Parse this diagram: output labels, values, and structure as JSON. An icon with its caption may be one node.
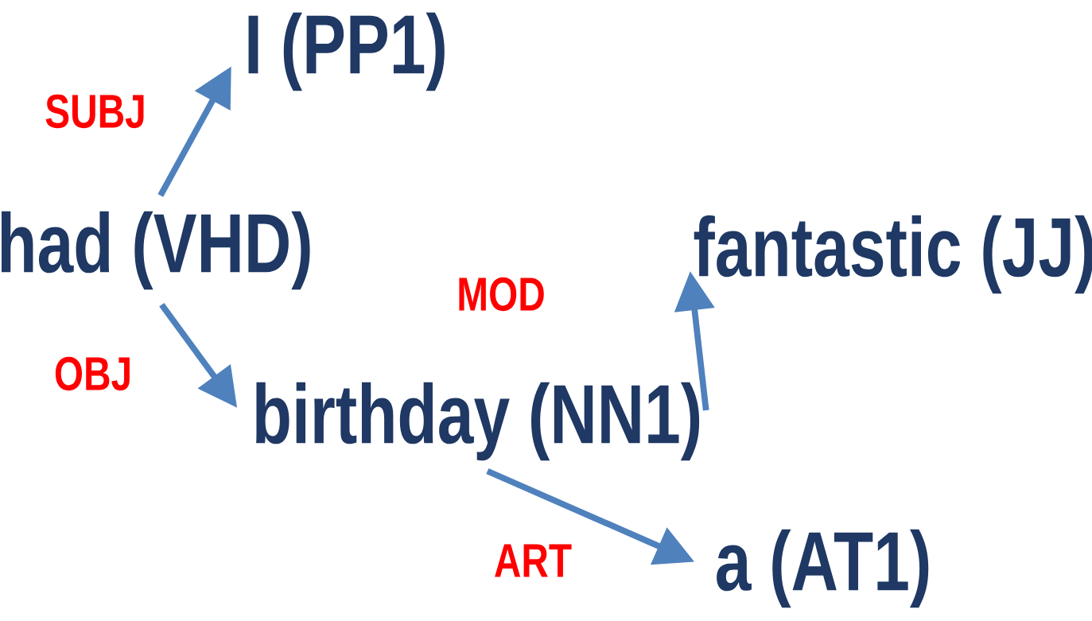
{
  "diagram": {
    "nodes": [
      {
        "text": [
          "had (VHD)"
        ]
      },
      {
        "text": [
          "I (PP1)"
        ]
      },
      {
        "text": [
          "birthday (NN1)"
        ]
      },
      {
        "text": [
          "fantastic (JJ)"
        ]
      },
      {
        "text": [
          "a (AT1)"
        ]
      }
    ],
    "edges": [
      {
        "from": 0,
        "to": 1,
        "arrow": "to",
        "label": "SUBJ"
      },
      {
        "from": 0,
        "to": 2,
        "arrow": "to",
        "label": "OBJ"
      },
      {
        "from": 2,
        "to": 3,
        "arrow": "to",
        "label": "MOD"
      },
      {
        "from": 2,
        "to": 4,
        "arrow": "to",
        "label": "ART"
      }
    ]
  }
}
